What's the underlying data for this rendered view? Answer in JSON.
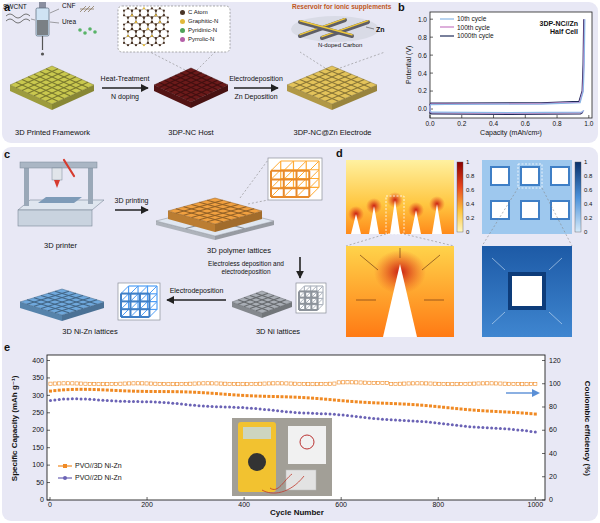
{
  "diagram": {
    "nodes": [
      {
        "text": [
          "3D Printed Framework"
        ]
      },
      {
        "text": [
          "3DP-NC Host"
        ]
      },
      {
        "text": [
          "3DP-NC@Zn Electrode"
        ]
      },
      {
        "text": [
          "3D printer"
        ]
      },
      {
        "text": [
          "3D polymer lattices"
        ]
      },
      {
        "text": [
          "3D Ni lattices"
        ]
      },
      {
        "text": [
          "3D Ni-Zn lattices"
        ]
      }
    ],
    "edges": [
      {
        "from": 0,
        "to": 1,
        "arrow": "to",
        "label": "Heat-Treatment"
      },
      {
        "from": 1,
        "to": 2,
        "arrow": "to",
        "label": "Electrodeposition"
      },
      {
        "from": 3,
        "to": 4,
        "arrow": "to",
        "label": "3D printing"
      },
      {
        "from": 4,
        "to": 5,
        "arrow": "to",
        "label": "Electroless deposition and electrodeposition"
      },
      {
        "from": 5,
        "to": 6,
        "arrow": "to",
        "label": "Electrodeposition"
      }
    ],
    "labels": [
      "a",
      "SWCNT",
      "CNF",
      "Urea",
      "N doping",
      "Zn Deposition",
      "Reservoir for ionic supplements",
      "Zn",
      "N-doped Carbon",
      "b",
      "3DP-NC//Zn Half Cell",
      "Potential (V)",
      "Capacity (mAh/cm²)",
      "0.0",
      "0.2",
      "0.4",
      "0.6",
      "0.8",
      "1.0",
      "0.0",
      "0.2",
      "0.4",
      "0.6",
      "0.8",
      "1.0",
      "c",
      "d",
      "1",
      "0.8",
      "0.6",
      "0.4",
      "0.2",
      "0",
      "1",
      "0.8",
      "0.6",
      "0.4",
      "0.2",
      "0",
      "e",
      "Specific Capacity (mAh g⁻¹)",
      "Coulombic efficiency (%)",
      "Cycle Number",
      "0",
      "50",
      "100",
      "150",
      "200",
      "250",
      "300",
      "350",
      "400",
      "0",
      "20",
      "40",
      "60",
      "80",
      "100",
      "120",
      "0",
      "200",
      "400",
      "600",
      "800",
      "1000"
    ],
    "legend": [
      {
        "text": "C Atom",
        "color": "#4a3426"
      },
      {
        "text": "Graphitic-N",
        "color": "#e2b93b"
      },
      {
        "text": "Pyridinic-N",
        "color": "#4fa25a"
      },
      {
        "text": "Pyrrolic-N",
        "color": "#b45fa8"
      },
      {
        "text": "10th cycle"
      },
      {
        "text": "100th cycle"
      },
      {
        "text": "1000th cycle"
      },
      {
        "text": "PVO//3D Ni-Zn"
      },
      {
        "text": "PVO//2D Ni-Zn"
      }
    ]
  }
}
